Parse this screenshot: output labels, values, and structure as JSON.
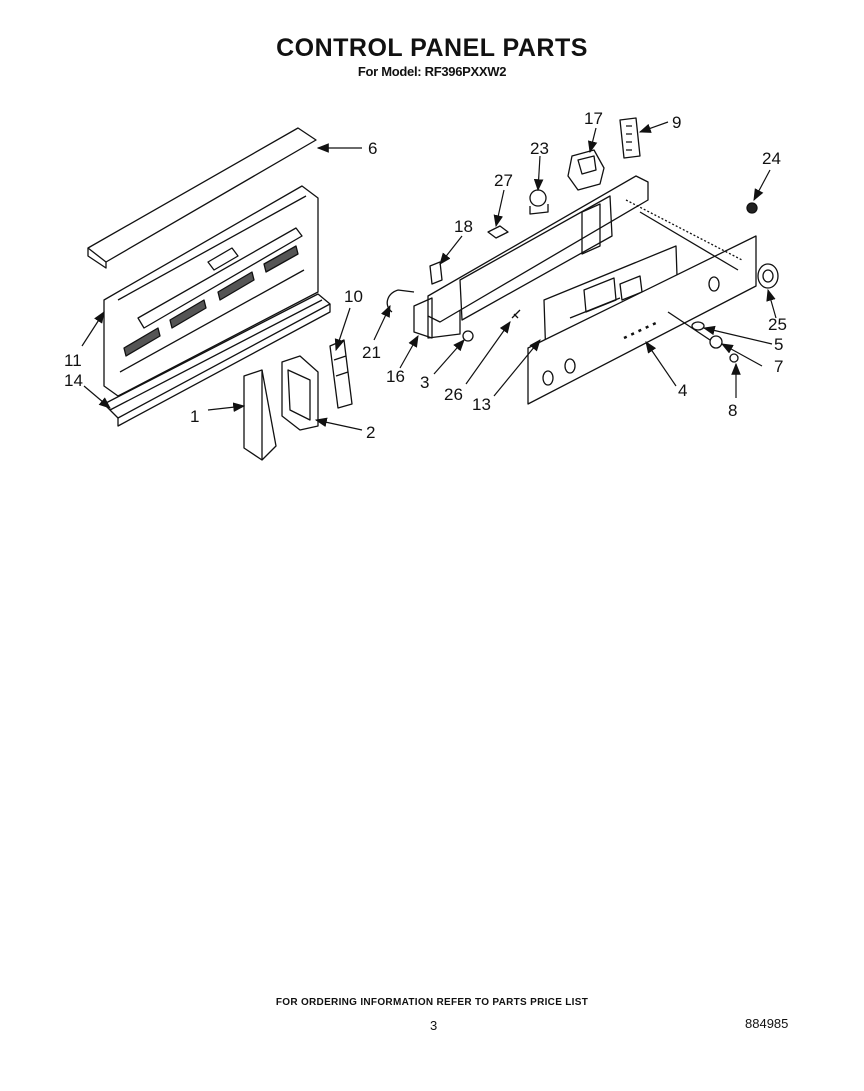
{
  "header": {
    "title": "CONTROL PANEL PARTS",
    "model_line": "For Model: RF396PXXW2"
  },
  "callouts": [
    {
      "id": "c6",
      "label": "6"
    },
    {
      "id": "c11",
      "label": "11"
    },
    {
      "id": "c14",
      "label": "14"
    },
    {
      "id": "c10",
      "label": "10"
    },
    {
      "id": "c1",
      "label": "1"
    },
    {
      "id": "c2",
      "label": "2"
    },
    {
      "id": "c17",
      "label": "17"
    },
    {
      "id": "c9",
      "label": "9"
    },
    {
      "id": "c23",
      "label": "23"
    },
    {
      "id": "c27",
      "label": "27"
    },
    {
      "id": "c18",
      "label": "18"
    },
    {
      "id": "c24",
      "label": "24"
    },
    {
      "id": "c21",
      "label": "21"
    },
    {
      "id": "c16",
      "label": "16"
    },
    {
      "id": "c3",
      "label": "3"
    },
    {
      "id": "c26",
      "label": "26"
    },
    {
      "id": "c13",
      "label": "13"
    },
    {
      "id": "c25",
      "label": "25"
    },
    {
      "id": "c5",
      "label": "5"
    },
    {
      "id": "c7",
      "label": "7"
    },
    {
      "id": "c4",
      "label": "4"
    },
    {
      "id": "c8",
      "label": "8"
    }
  ],
  "footer": {
    "ordering_note": "FOR ORDERING INFORMATION REFER TO PARTS PRICE LIST",
    "page_number": "3",
    "document_number": "884985"
  }
}
